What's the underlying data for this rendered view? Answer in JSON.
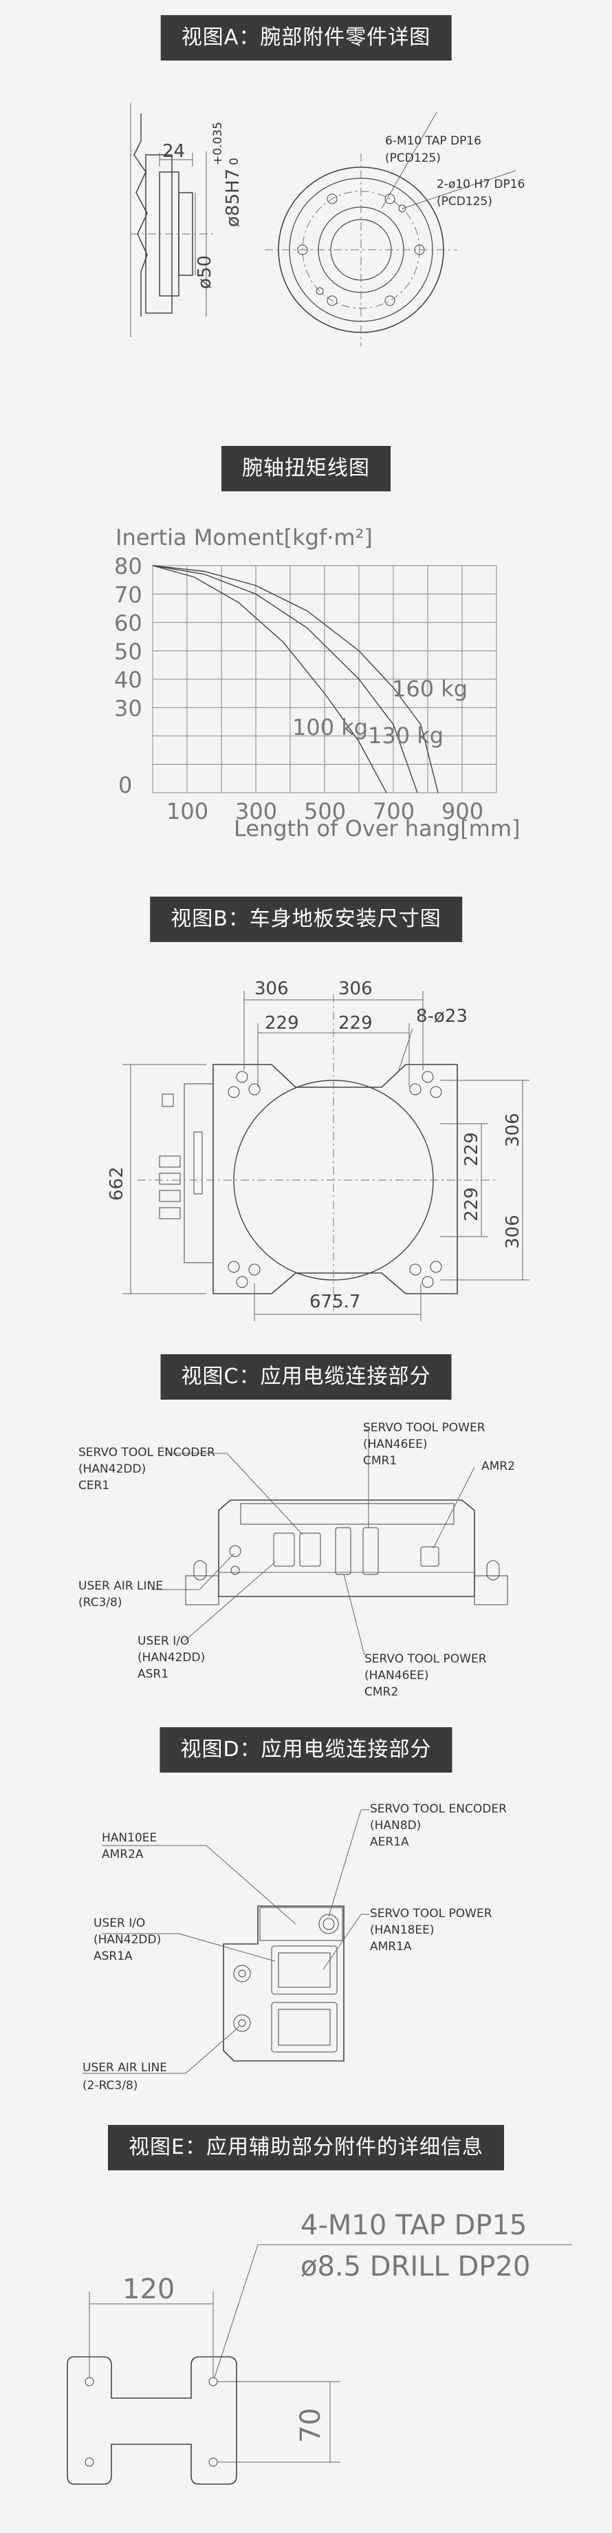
{
  "sectionA": {
    "title": "视图A：腕部附件零件详图",
    "dims": {
      "width": "24",
      "phi85": "ø85H7",
      "tol_upper": "+0.035",
      "tol_lower": "0",
      "phi50": "ø50"
    },
    "callouts": {
      "tap": "6-M10 TAP DP16",
      "tap_pcd": "(PCD125)",
      "hole": "2-ø10 H7 DP16",
      "hole_pcd": "(PCD125)"
    }
  },
  "sectionChart": {
    "title": "腕轴扭矩线图",
    "chart_data": {
      "type": "line",
      "ylabel": "Inertia Moment[kgf·m²]",
      "xlabel": "Length of Over hang[mm]",
      "x_ticks": [
        "0",
        "100",
        "300",
        "500",
        "700",
        "900"
      ],
      "y_ticks": [
        "80",
        "70",
        "60",
        "50",
        "40",
        "30"
      ],
      "xlim": [
        0,
        1000
      ],
      "ylim": [
        0,
        80
      ],
      "series": [
        {
          "name": "160 kg",
          "x": [
            0,
            150,
            300,
            450,
            600,
            700,
            780,
            830
          ],
          "y": [
            80,
            78,
            73,
            64,
            50,
            37,
            24,
            0
          ]
        },
        {
          "name": "130 kg",
          "x": [
            0,
            150,
            300,
            450,
            600,
            700,
            770
          ],
          "y": [
            80,
            77,
            70,
            58,
            40,
            24,
            0
          ]
        },
        {
          "name": "100 kg",
          "x": [
            0,
            120,
            250,
            380,
            500,
            600,
            680
          ],
          "y": [
            80,
            76,
            67,
            53,
            35,
            18,
            0
          ]
        }
      ]
    }
  },
  "sectionB": {
    "title": "视图B：车身地板安装尺寸图",
    "dims": {
      "top_outer_left": "306",
      "top_outer_right": "306",
      "top_inner_left": "229",
      "top_inner_right": "229",
      "holes": "8-ø23",
      "height": "662",
      "right_inner_top": "229",
      "right_outer_top": "306",
      "right_inner_bottom": "229",
      "right_outer_bottom": "306",
      "bottom_width": "675.7"
    }
  },
  "sectionC": {
    "title": "视图C：应用电缆连接部分",
    "labels": {
      "servo_tool_encoder": "SERVO TOOL ENCODER",
      "servo_tool_encoder_type": "(HAN42DD)",
      "servo_tool_encoder_id": "CER1",
      "servo_tool_power_top": "SERVO TOOL POWER",
      "servo_tool_power_top_type": "(HAN46EE)",
      "servo_tool_power_top_id": "CMR1",
      "amr2": "AMR2",
      "user_air_line": "USER AIR LINE",
      "user_air_line_type": "(RC3/8)",
      "user_io": "USER I/O",
      "user_io_type": "(HAN42DD)",
      "user_io_id": "ASR1",
      "servo_tool_power_bottom": "SERVO TOOL POWER",
      "servo_tool_power_bottom_type": "(HAN46EE)",
      "servo_tool_power_bottom_id": "CMR2"
    }
  },
  "sectionD": {
    "title": "视图D：应用电缆连接部分",
    "labels": {
      "han10ee": "HAN10EE",
      "amr2a": "AMR2A",
      "servo_tool_encoder": "SERVO TOOL ENCODER",
      "servo_tool_encoder_type": "(HAN8D)",
      "servo_tool_encoder_id": "AER1A",
      "user_io": "USER I/O",
      "user_io_type": "(HAN42DD)",
      "user_io_id": "ASR1A",
      "servo_tool_power": "SERVO TOOL POWER",
      "servo_tool_power_type": "(HAN18EE)",
      "servo_tool_power_id": "AMR1A",
      "user_air_line": "USER AIR LINE",
      "user_air_line_type": "(2-RC3/8)"
    }
  },
  "sectionE": {
    "title": "视图E：应用辅助部分附件的详细信息",
    "labels": {
      "tap": "4-M10 TAP DP15",
      "drill": "ø8.5 DRILL DP20",
      "width": "120",
      "height": "70"
    }
  }
}
